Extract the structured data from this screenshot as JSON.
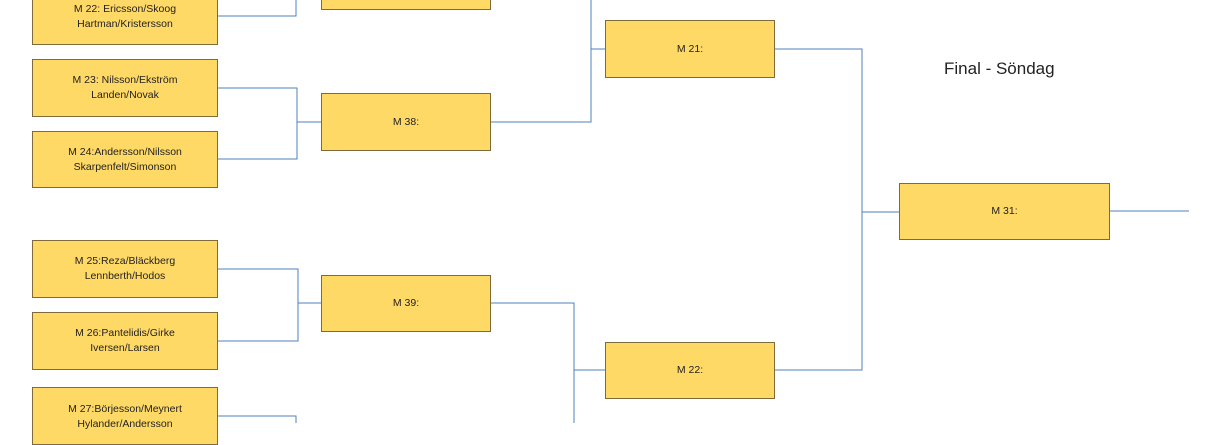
{
  "title": "Final - Söndag",
  "colors": {
    "box_fill": "#FFD966",
    "box_border": "#7F6A3A",
    "connector": "#4F81BD"
  },
  "matches": {
    "m22": {
      "line1": "M 22: Ericsson/Skoog",
      "line2": "Hartman/Kristersson"
    },
    "m23": {
      "line1": "M 23: Nilsson/Ekström",
      "line2": "Landen/Novak"
    },
    "m24": {
      "line1": "M 24:Andersson/Nilsson",
      "line2": "Skarpenfelt/Simonson"
    },
    "m25": {
      "line1": "M 25:Reza/Bläckberg",
      "line2": "Lennberth/Hodos"
    },
    "m26": {
      "line1": "M 26:Pantelidis/Girke",
      "line2": "Iversen/Larsen"
    },
    "m27": {
      "line1": "M 27:Börjesson/Meynert",
      "line2": "Hylander/Andersson"
    },
    "r38": {
      "line1": "M 38:"
    },
    "r39": {
      "line1": "M 39:"
    },
    "s21": {
      "line1": "M 21:"
    },
    "s22": {
      "line1": "M 22:"
    },
    "f31": {
      "line1": "M 31:"
    }
  }
}
